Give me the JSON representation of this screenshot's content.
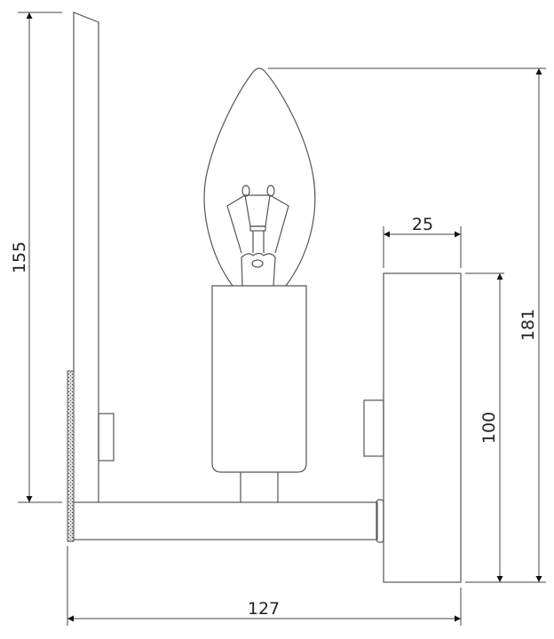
{
  "dimensions": {
    "wall_panel_height": "155",
    "total_height": "181",
    "backplate_height": "100",
    "backplate_width": "25",
    "total_depth": "127"
  },
  "colors": {
    "line": "#555555",
    "background": "#ffffff"
  }
}
